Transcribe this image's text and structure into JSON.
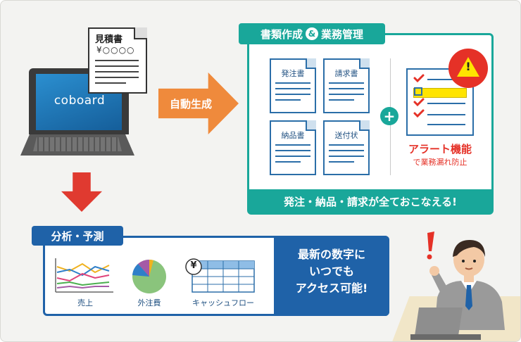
{
  "laptop": {
    "logo": "coboard"
  },
  "quote": {
    "title": "見積書",
    "amount": "¥○○○○"
  },
  "flow": {
    "auto_generate": "自動生成"
  },
  "docs_panel": {
    "title_left": "書類作成",
    "amp": "&",
    "title_right": "業務管理",
    "documents": [
      "発注書",
      "請求書",
      "納品書",
      "送付状"
    ],
    "plus": "+",
    "alert_title": "アラート機能",
    "alert_sub": "で業務漏れ防止",
    "alert_mark": "!",
    "footer": "発注・納品・請求が全ておこなえる!"
  },
  "analysis": {
    "title": "分析・予測",
    "charts": [
      "売上",
      "外注費",
      "キャッシュフロー"
    ],
    "yen": "¥",
    "message": [
      "最新の数字に",
      "いつでも",
      "アクセス可能!"
    ]
  },
  "colors": {
    "teal": "#19a79a",
    "blue": "#1f62a8",
    "orange": "#ef8a3c",
    "red": "#e03a30",
    "alert_yellow": "#ffe400"
  },
  "icons": [
    "laptop-icon",
    "document-icon",
    "checklist-icon",
    "warning-icon",
    "line-chart-icon",
    "pie-chart-icon",
    "spreadsheet-icon",
    "businessman-illustration"
  ]
}
